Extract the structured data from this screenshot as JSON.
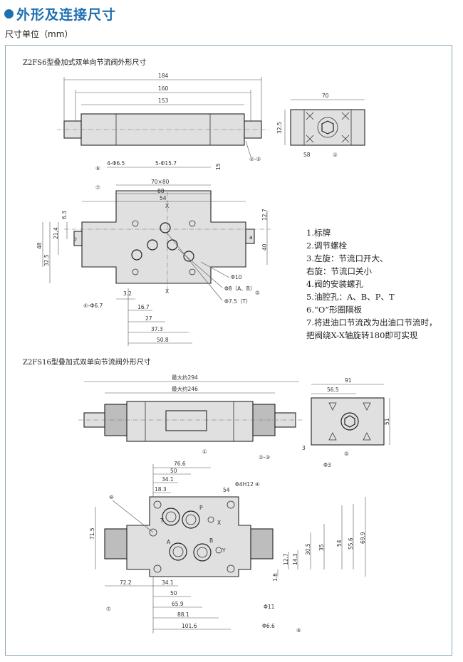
{
  "header": {
    "title": "外形及连接尺寸",
    "unit": "尺寸单位（mm）"
  },
  "section1": {
    "title": "Z2FS6型叠加式双单向节流阀外形尺寸",
    "dims": {
      "d184": "184",
      "d160": "160",
      "d153": "153",
      "d70": "70",
      "d325": "32.5",
      "s8": "S8",
      "c23": "②-③",
      "c1": "①",
      "c6": "⑥",
      "c7": "⑦",
      "c4": "④-Φ6.7",
      "c5": "⑤",
      "h4": "4-Φ6.5",
      "h5": "5-Φ15.7",
      "d15": "15",
      "d70x80": "70×80",
      "d88": "88",
      "d54": "54",
      "d63": "6.3",
      "d214": "21.4",
      "d48": "48",
      "d325b": "32.5",
      "d127": "12.7",
      "d40": "40",
      "d10": "Φ10",
      "d8": "Φ8（A、B）",
      "d75": "Φ7.5（T）",
      "d32": "3.2",
      "d167": "16.7",
      "d27": "27",
      "d373": "37.3",
      "d508": "50.8",
      "x": "X",
      "a": "a",
      "b": "b"
    }
  },
  "notes": [
    "1.标牌",
    "2.调节螺栓",
    "3.左旋：节流口开大、",
    "   右旋：节流口关小",
    "4.阀的安装螺孔",
    "5.油腔孔：A、B、P、T",
    "6.“O”形圈隔板",
    "7.将进油口节流改为出油口节流时，",
    "   把阀绕X-X轴旋转180即可实现"
  ],
  "section2": {
    "title": "Z2FS16型叠加式双单向节流阀外形尺寸",
    "dims": {
      "max294": "最大约294",
      "max246": "最大约246",
      "d91": "91",
      "d565": "56.5",
      "d51": "51",
      "d3": "3",
      "phi3": "Φ3",
      "c1": "①",
      "c23": "②-③",
      "c5": "⑤",
      "d766": "76.6",
      "d50": "50",
      "d341": "34.1",
      "d183": "18.3",
      "d54": "54",
      "phi4": "Φ4H12",
      "c4": "④",
      "c8": "⑧",
      "c7": "⑦",
      "c6": "⑥",
      "d715": "71.5",
      "d722": "72.2",
      "d341b": "34.1",
      "d50b": "50",
      "d659": "65.9",
      "d881": "88.1",
      "d1016": "101.6",
      "phi11": "Φ11",
      "phi66": "Φ6.6",
      "v16": "1.6",
      "v127": "12.7",
      "v143": "14.3",
      "v305": "30.5",
      "v35": "35",
      "v54": "54",
      "v556": "55.6",
      "v699": "69.9",
      "pT": "T",
      "pP": "P",
      "pX": "X",
      "pA": "A",
      "pB": "B",
      "pY": "Y"
    }
  }
}
